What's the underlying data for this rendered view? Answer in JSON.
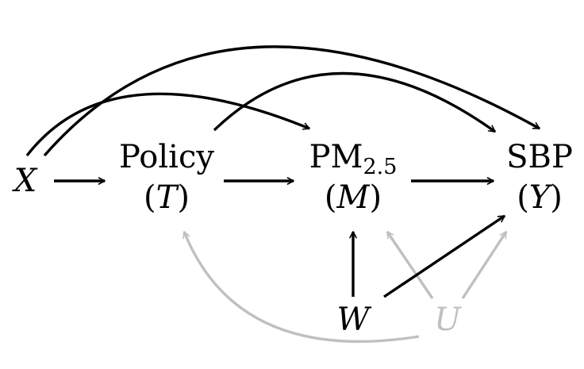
{
  "diagram": {
    "nodes": {
      "x": {
        "label": "X"
      },
      "policy": {
        "name": "Policy",
        "symbol": "T"
      },
      "pm25": {
        "name_main": "PM",
        "name_sub": "2.5",
        "symbol": "M"
      },
      "sbp": {
        "name": "SBP",
        "symbol": "Y"
      },
      "w": {
        "label": "W"
      },
      "u": {
        "label": "U"
      }
    },
    "colors": {
      "observed": "#000000",
      "unobserved": "#c0c0c0"
    },
    "edges": [
      {
        "from": "X",
        "to": "T",
        "style": "observed"
      },
      {
        "from": "T",
        "to": "M",
        "style": "observed"
      },
      {
        "from": "M",
        "to": "Y",
        "style": "observed"
      },
      {
        "from": "X",
        "to": "M",
        "style": "observed"
      },
      {
        "from": "X",
        "to": "Y",
        "style": "observed"
      },
      {
        "from": "T",
        "to": "Y",
        "style": "observed"
      },
      {
        "from": "W",
        "to": "M",
        "style": "observed"
      },
      {
        "from": "W",
        "to": "Y",
        "style": "observed"
      },
      {
        "from": "U",
        "to": "M",
        "style": "unobserved"
      },
      {
        "from": "U",
        "to": "Y",
        "style": "unobserved"
      },
      {
        "from": "U",
        "to": "T",
        "style": "unobserved"
      }
    ]
  }
}
